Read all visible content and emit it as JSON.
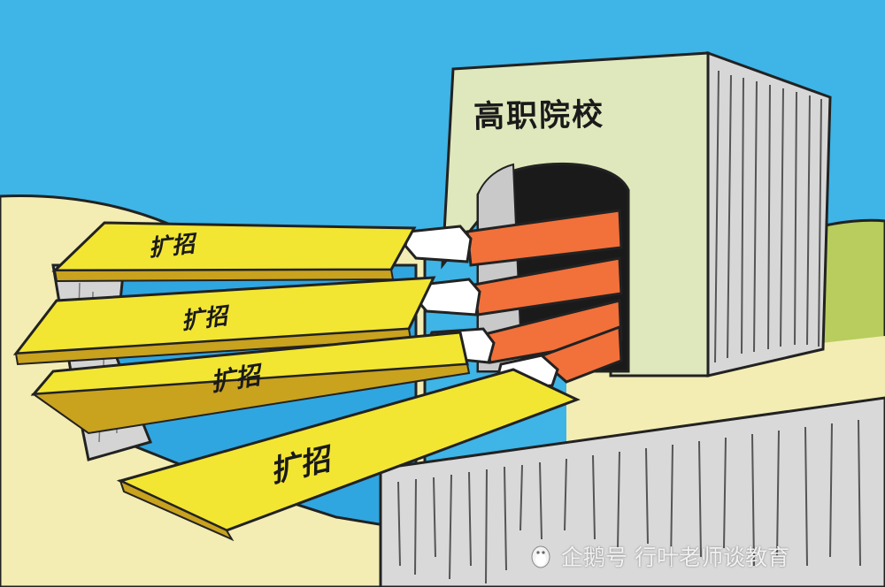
{
  "gate": {
    "title": "高职院校"
  },
  "planks": [
    {
      "label": "扩招"
    },
    {
      "label": "扩招"
    },
    {
      "label": "扩招"
    },
    {
      "label": "扩招"
    }
  ],
  "watermark": {
    "text": "企鹅号 行叶老师谈教育",
    "icon": "penguin-logo-icon"
  },
  "colors": {
    "sky": "#3fb4e6",
    "sand": "#f3edb4",
    "grass": "#b8cd5e",
    "water": "#2fa6e0",
    "gate_face": "#dfe8bc",
    "stone": "#d9d9d9",
    "plank": "#f2e633",
    "sleeve": "#f2703a"
  }
}
